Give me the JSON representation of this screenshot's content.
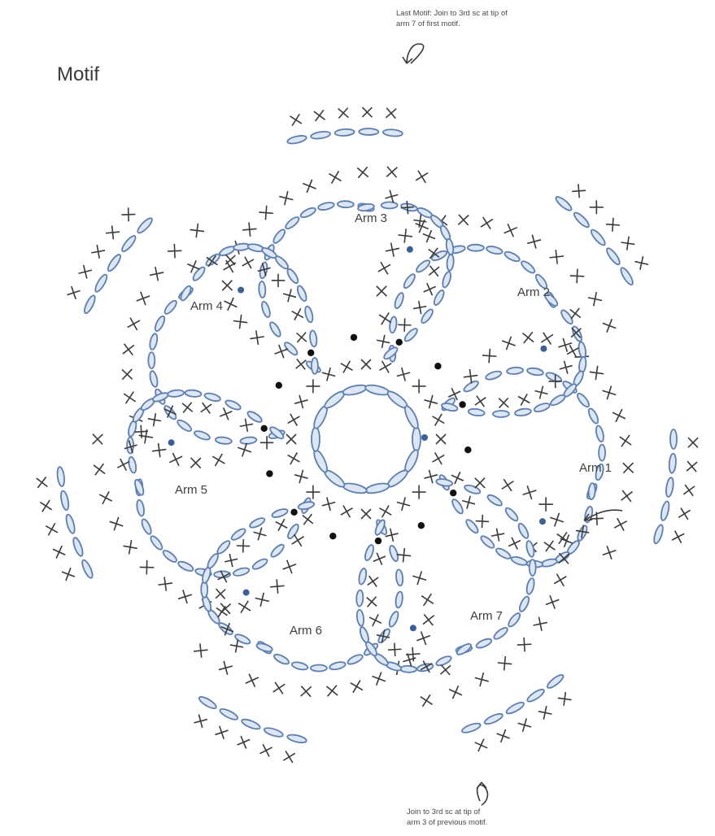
{
  "title": "Motif",
  "notes": {
    "top": [
      "Last Motif: Join to 3rd sc at tip of",
      "arm 7 of first motif."
    ],
    "bottom": [
      "Join to 3rd sc at tip of",
      "arm 3 of previous motif."
    ]
  },
  "arms": [
    "Arm 1",
    "Arm 2",
    "Arm 3",
    "Arm 4",
    "Arm 5",
    "Arm 6",
    "Arm 7"
  ],
  "colors": {
    "chain": "#5b7fb5",
    "chain_fill": "#dde6f3",
    "single_crochet": "#3a3a3a",
    "slip_stitch": "#111111",
    "start_dot": "#3a5f9a"
  },
  "legend_symbols": {
    "chain": "oval",
    "single_crochet": "x-cross",
    "slip_stitch": "filled-dot"
  }
}
